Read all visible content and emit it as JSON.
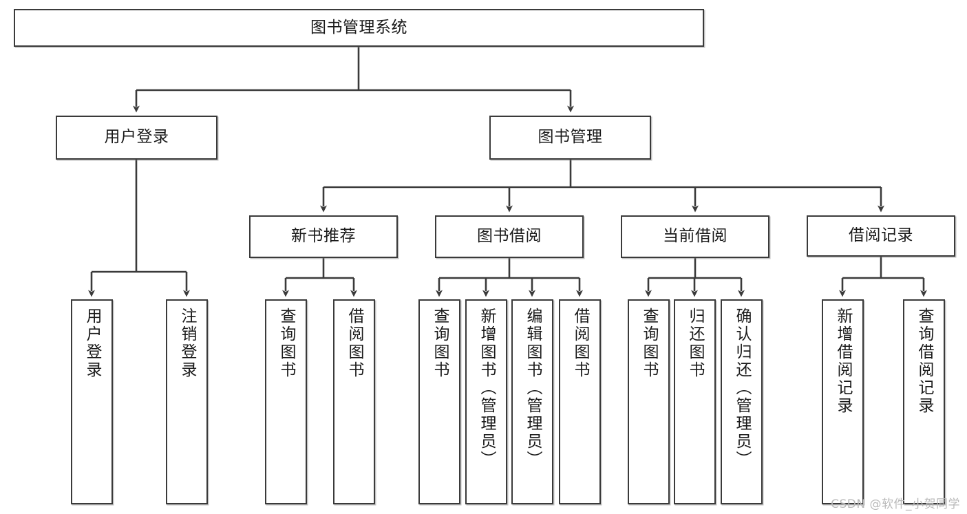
{
  "diagram": {
    "title": "图书管理系统",
    "type": "hierarchy-tree",
    "accent_color": "#3a3a3a",
    "background_color": "#ffffff",
    "root": {
      "label": "图书管理系统"
    },
    "level2": [
      {
        "label": "用户登录"
      },
      {
        "label": "图书管理"
      }
    ],
    "level3": [
      {
        "label": "新书推荐"
      },
      {
        "label": "图书借阅"
      },
      {
        "label": "当前借阅"
      },
      {
        "label": "借阅记录"
      }
    ],
    "leaves": {
      "user_login": [
        {
          "label": "用户登录"
        },
        {
          "label": "注销登录"
        }
      ],
      "new_book_recommend": [
        {
          "label": "查询图书"
        },
        {
          "label": "借阅图书"
        }
      ],
      "book_borrow": [
        {
          "label": "查询图书"
        },
        {
          "label": "新增图书（管理员）"
        },
        {
          "label": "编辑图书（管理员）"
        },
        {
          "label": "借阅图书"
        }
      ],
      "current_borrow": [
        {
          "label": "查询图书"
        },
        {
          "label": "归还图书"
        },
        {
          "label": "确认归还（管理员）"
        }
      ],
      "borrow_record": [
        {
          "label": "新增借阅记录"
        },
        {
          "label": "查询借阅记录"
        }
      ]
    }
  },
  "watermark": {
    "text": "CSDN @软件_小贺同学"
  }
}
